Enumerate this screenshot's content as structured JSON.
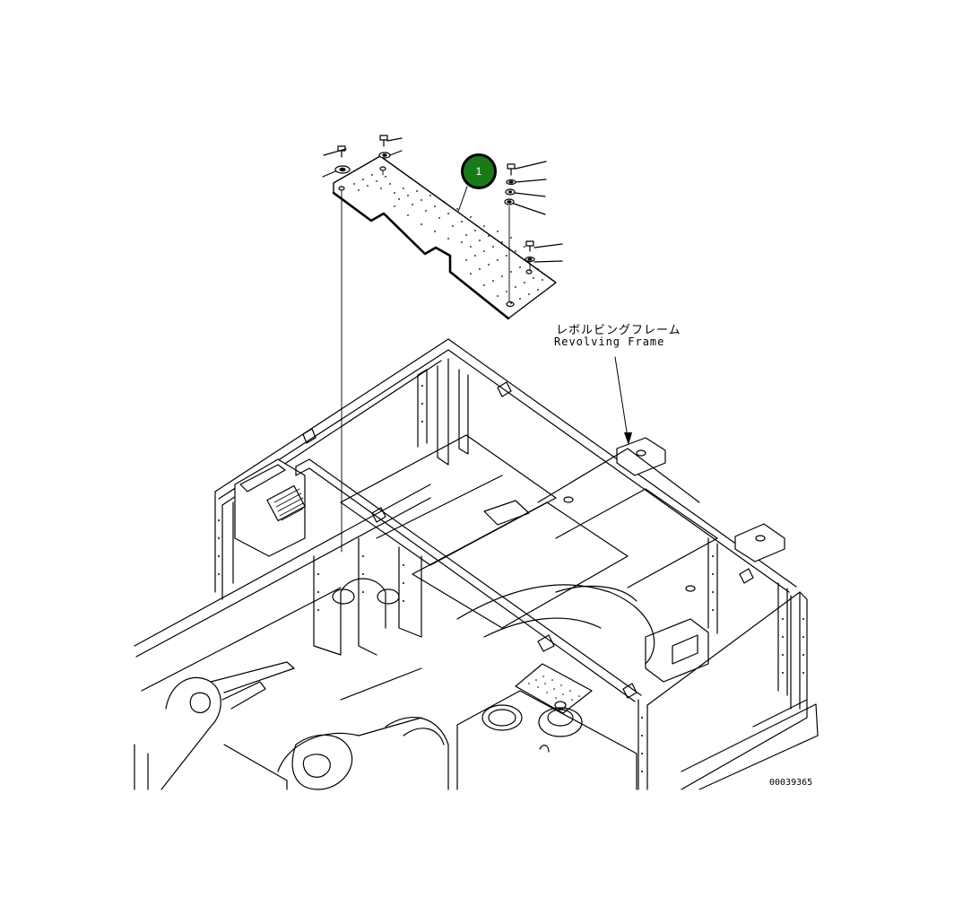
{
  "callout": {
    "number": "1",
    "color": "#1a7a1a"
  },
  "labels": {
    "frame_jp": "レボルビングフレーム",
    "frame_en": "Revolving Frame"
  },
  "drawing_code": "00039365"
}
